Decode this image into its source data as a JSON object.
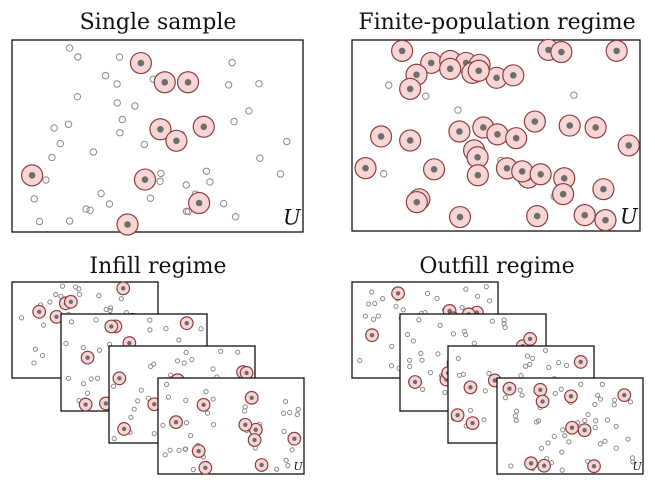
{
  "panels": [
    {
      "id": "single",
      "title": "Single sample",
      "u_label": "U"
    },
    {
      "id": "finite",
      "title": "Finite-population regime",
      "u_label": "U"
    },
    {
      "id": "infill",
      "title": "Infill regime",
      "u_label": "U"
    },
    {
      "id": "outfill",
      "title": "Outfill regime",
      "u_label": "U"
    }
  ],
  "colors": {
    "disc_fill": "#f8d6d6",
    "disc_stroke": "#8a3f3f",
    "point": "#8a8a8a",
    "frame": "#111111"
  }
}
